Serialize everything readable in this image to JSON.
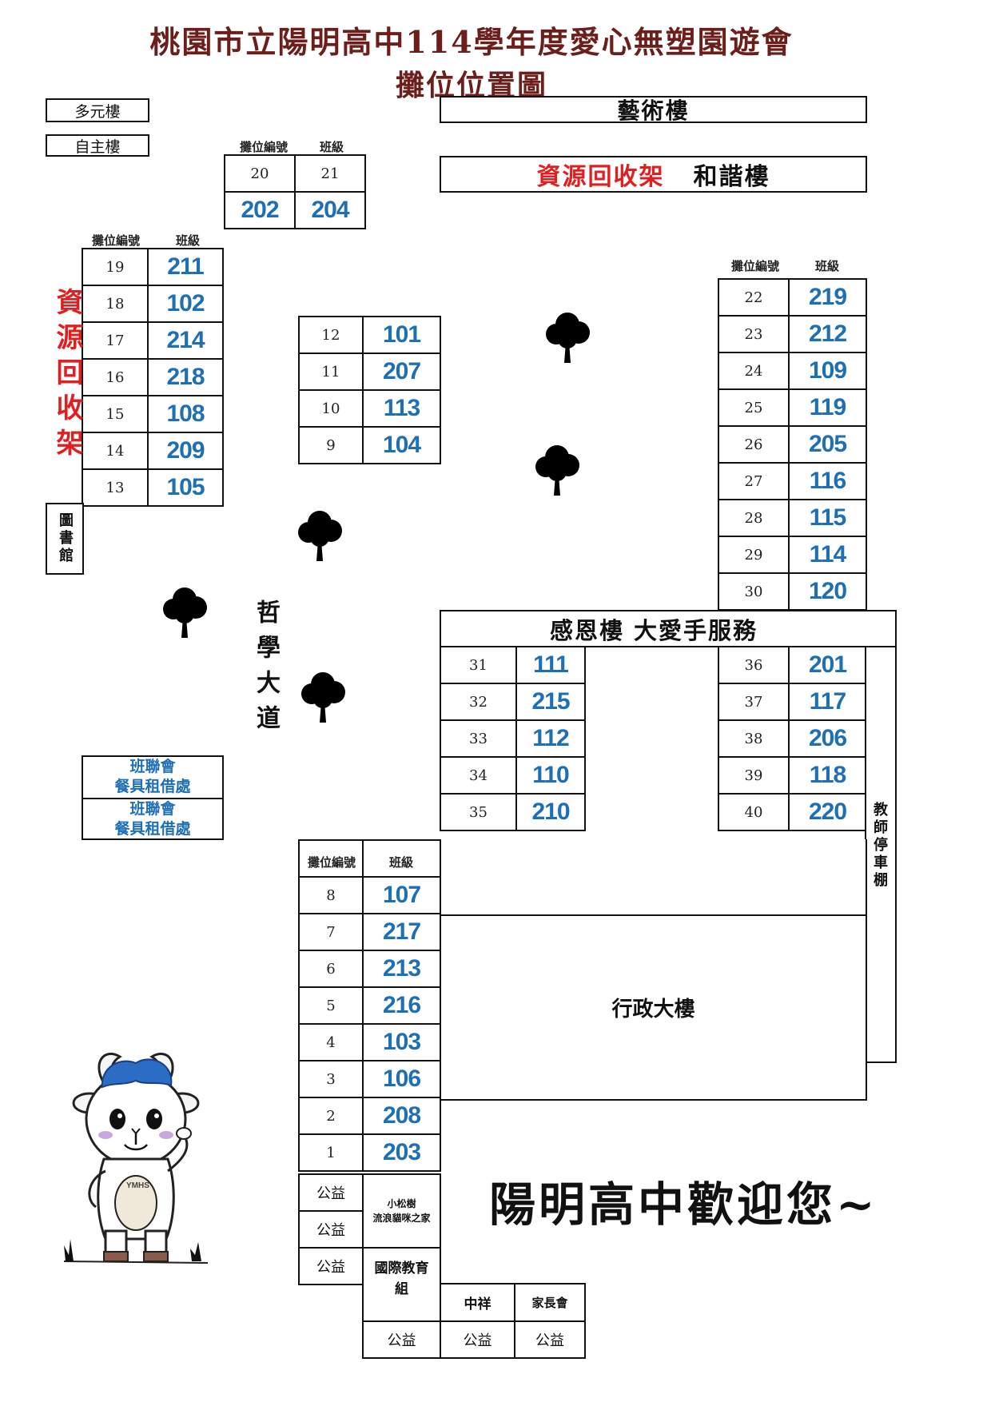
{
  "title": {
    "line1": "桃園市立陽明高中114學年度愛心無塑園遊會",
    "line2": "攤位位置圖"
  },
  "buildings": {
    "duoyuan": "多元樓",
    "zizhu": "自主樓",
    "yishu": "藝術樓",
    "recycle_top": "資源回收架",
    "hexie": "和諧樓",
    "recycle_left": "資源回收架",
    "library": "圖書館",
    "philosophy_road": "哲學大道",
    "ganen": "感恩樓  大愛手服務",
    "teacher_parking": "教師停車棚",
    "admin": "行政大樓"
  },
  "headers": {
    "booth_no": "攤位編號",
    "class": "班級"
  },
  "top_booths": [
    {
      "no": "20",
      "cls": "202"
    },
    {
      "no": "21",
      "cls": "204"
    }
  ],
  "left_booths": [
    {
      "no": "19",
      "cls": "211"
    },
    {
      "no": "18",
      "cls": "102"
    },
    {
      "no": "17",
      "cls": "214"
    },
    {
      "no": "16",
      "cls": "218"
    },
    {
      "no": "15",
      "cls": "108"
    },
    {
      "no": "14",
      "cls": "209"
    },
    {
      "no": "13",
      "cls": "105"
    }
  ],
  "middle_booths": [
    {
      "no": "12",
      "cls": "101"
    },
    {
      "no": "11",
      "cls": "207"
    },
    {
      "no": "10",
      "cls": "113"
    },
    {
      "no": "9",
      "cls": "104"
    }
  ],
  "right_booths": [
    {
      "no": "22",
      "cls": "219"
    },
    {
      "no": "23",
      "cls": "212"
    },
    {
      "no": "24",
      "cls": "109"
    },
    {
      "no": "25",
      "cls": "119"
    },
    {
      "no": "26",
      "cls": "205"
    },
    {
      "no": "27",
      "cls": "116"
    },
    {
      "no": "28",
      "cls": "115"
    },
    {
      "no": "29",
      "cls": "114"
    },
    {
      "no": "30",
      "cls": "120"
    }
  ],
  "ganen_left_booths": [
    {
      "no": "31",
      "cls": "111"
    },
    {
      "no": "32",
      "cls": "215"
    },
    {
      "no": "33",
      "cls": "112"
    },
    {
      "no": "34",
      "cls": "110"
    },
    {
      "no": "35",
      "cls": "210"
    }
  ],
  "ganen_right_booths": [
    {
      "no": "36",
      "cls": "201"
    },
    {
      "no": "37",
      "cls": "117"
    },
    {
      "no": "38",
      "cls": "206"
    },
    {
      "no": "39",
      "cls": "118"
    },
    {
      "no": "40",
      "cls": "220"
    }
  ],
  "bottom_booths": [
    {
      "no": "8",
      "cls": "107"
    },
    {
      "no": "7",
      "cls": "217"
    },
    {
      "no": "6",
      "cls": "213"
    },
    {
      "no": "5",
      "cls": "216"
    },
    {
      "no": "4",
      "cls": "103"
    },
    {
      "no": "3",
      "cls": "106"
    },
    {
      "no": "2",
      "cls": "208"
    },
    {
      "no": "1",
      "cls": "203"
    }
  ],
  "rental": {
    "line1": "班聯會",
    "line2": "餐具租借處"
  },
  "charity": {
    "label": "公益",
    "pine_line1": "小松樹",
    "pine_line2": "流浪貓咪之家",
    "intl": "國際教育組",
    "zhongxiang": "中祥",
    "parents": "家長會"
  },
  "welcome": "陽明高中歡迎您~",
  "mascot_badge": "YMHS"
}
